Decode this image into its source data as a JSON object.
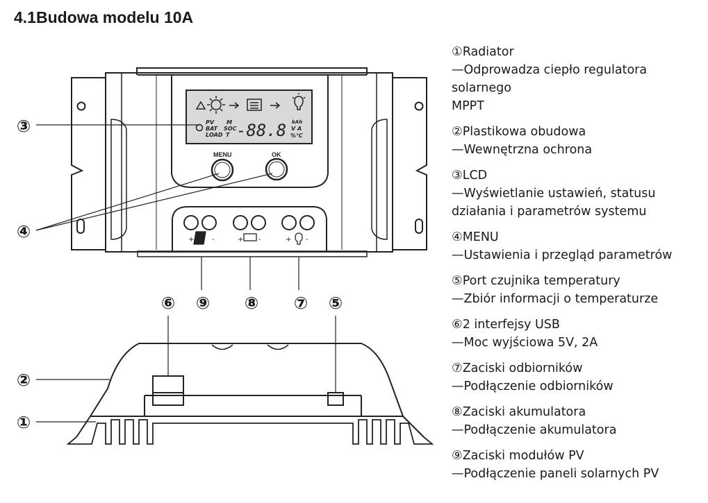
{
  "heading": "4.1Budowa modelu 10A",
  "callouts": {
    "c1": "①",
    "c2": "②",
    "c3": "③",
    "c4": "④",
    "c5": "⑤",
    "c6": "⑥",
    "c7": "⑦",
    "c8": "⑧",
    "c9": "⑨"
  },
  "device": {
    "menu_label": "MENU",
    "ok_label": "OK",
    "lcd_pv": "PV",
    "lcd_bat": "BAT",
    "lcd_load": "LOAD",
    "lcd_m": "M",
    "lcd_soc": "SOC",
    "lcd_t": "T",
    "lcd_kah": "kAh",
    "lcd_va": "V A",
    "lcd_pct": "%℃",
    "lcd_digits": "-88.8"
  },
  "legend": [
    {
      "title": "①Radiator",
      "desc": [
        "—Odprowadza ciepło regulatora",
        "solarnego",
        "MPPT"
      ]
    },
    {
      "title": "②Plastikowa obudowa",
      "desc": [
        "—Wewnętrzna ochrona"
      ]
    },
    {
      "title": "③LCD",
      "desc": [
        "—Wyświetlanie ustawień, statusu",
        "działania i parametrów systemu"
      ]
    },
    {
      "title": "④MENU",
      "desc": [
        "—Ustawienia i przegląd parametrów"
      ]
    },
    {
      "title": "⑤Port czujnika temperatury",
      "desc": [
        "—Zbiór informacji o temperaturze"
      ]
    },
    {
      "title": "⑥2 interfejsy USB",
      "desc": [
        "—Moc wyjściowa 5V, 2A"
      ]
    },
    {
      "title": "⑦Zaciski odbiorników",
      "desc": [
        "—Podłączenie odbiorników"
      ]
    },
    {
      "title": "⑧Zaciski akumulatora",
      "desc": [
        "—Podłączenie akumulatora"
      ]
    },
    {
      "title": "⑨Zaciski modułów PV",
      "desc": [
        "—Podłączenie paneli solarnych PV"
      ]
    }
  ]
}
